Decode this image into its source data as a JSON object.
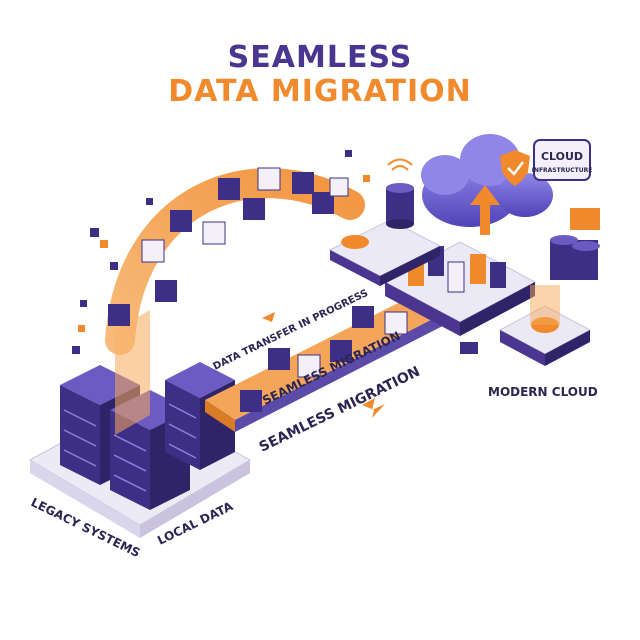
{
  "title": {
    "line1": "SEAMLESS",
    "line2": "DATA MIGRATION"
  },
  "labels": {
    "legacy": "LEGACY SYSTEMS",
    "local": "LOCAL DATA",
    "transfer": "DATA TRANSFER IN PROGRESS",
    "seamless_upper": "SEAMLESS MIGRATION",
    "seamless_lower": "SEAMLESS MIGRATION",
    "modern": "MODERN CLOUD",
    "cloud_title": "CLOUD",
    "cloud_sub": "INFRASTRUCTURE"
  },
  "colors": {
    "purple": "#4a3591",
    "dark_purple": "#2f2468",
    "orange": "#f08a2c",
    "platform": "#ece9f6"
  },
  "icons": [
    "server-rack-icon",
    "cloud-icon",
    "shield-icon",
    "wifi-icon",
    "database-icon",
    "arrow-icon",
    "document-cube-icon"
  ]
}
